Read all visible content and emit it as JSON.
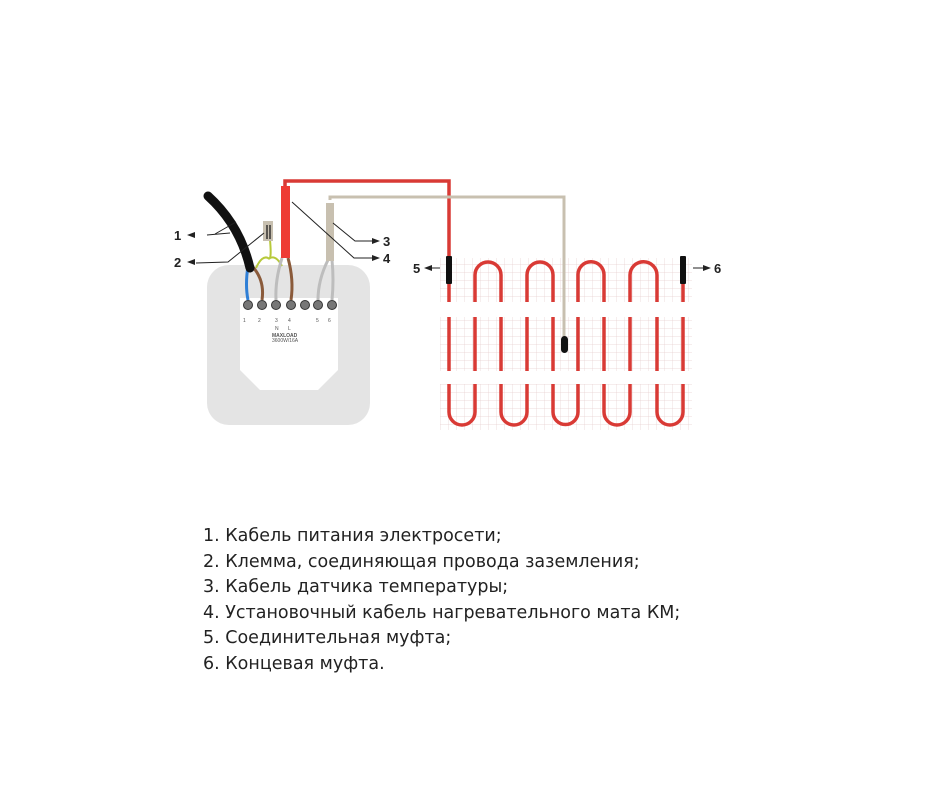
{
  "callouts": [
    "1",
    "2",
    "3",
    "4",
    "5",
    "6"
  ],
  "thermostat": {
    "brand": "MAXLOAD",
    "rating": "3600W/16A",
    "terminals": [
      "1",
      "2",
      "3",
      "4",
      "5",
      "6"
    ],
    "terminal_marks": [
      "N",
      "L"
    ]
  },
  "colors": {
    "heating_cable": "#d93a35",
    "sensor_cable": "#c8c0b0",
    "power_cable": "#1a1a1a",
    "neutral": "#2f7fd6",
    "earth": "#b7c93a",
    "live": "#8a5a3a",
    "thermostat_body": "#e4e4e4"
  },
  "legend": [
    "1. Кабель питания электросети;",
    "2. Клемма, соединяющая провода заземления;",
    "3. Кабель датчика температуры;",
    "4. Установочный кабель нагревательного мата КМ;",
    "5. Соединительная муфта;",
    "6. Концевая муфта."
  ]
}
